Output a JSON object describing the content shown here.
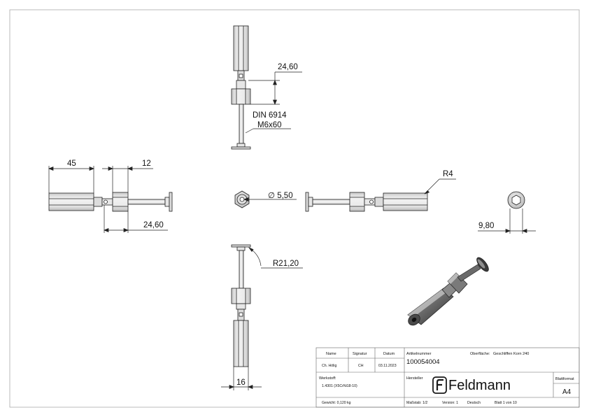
{
  "dimensions": {
    "top_length": "24,60",
    "din_label": "DIN 6914",
    "thread_label": "M6x60",
    "left_length": "45",
    "left_hex": "12",
    "left_bottom_length": "24,60",
    "center_diameter": "∅ 5,50",
    "right_radius": "R4",
    "right_width": "9,80",
    "bottom_radius": "R21,20",
    "bottom_width": "16"
  },
  "title_block": {
    "name_header": "Name",
    "signature_header": "Signatur",
    "date_header": "Datum",
    "name_value": "Ch. Hölig",
    "signature_value": "CH",
    "date_value": "03.11.2023",
    "article_label": "Artikelnummer",
    "article_number": "100054004",
    "surface_label": "Oberfläche:",
    "surface_value": "Geschliffen Korn 240",
    "material_label": "Werkstoff:",
    "material_value": "1.4301 (X5CrNi18-10)",
    "manufacturer_label": "Hersteller",
    "logo_text": "Feldmann",
    "sheet_format_label": "Blattformat",
    "sheet_format_value": "A4",
    "weight": "Gewicht: 0,120 kg",
    "scale": "Maßstab: 1/2",
    "version": "Version: 1",
    "language": "Deutsch",
    "sheet": "Blatt 1 von 10"
  }
}
